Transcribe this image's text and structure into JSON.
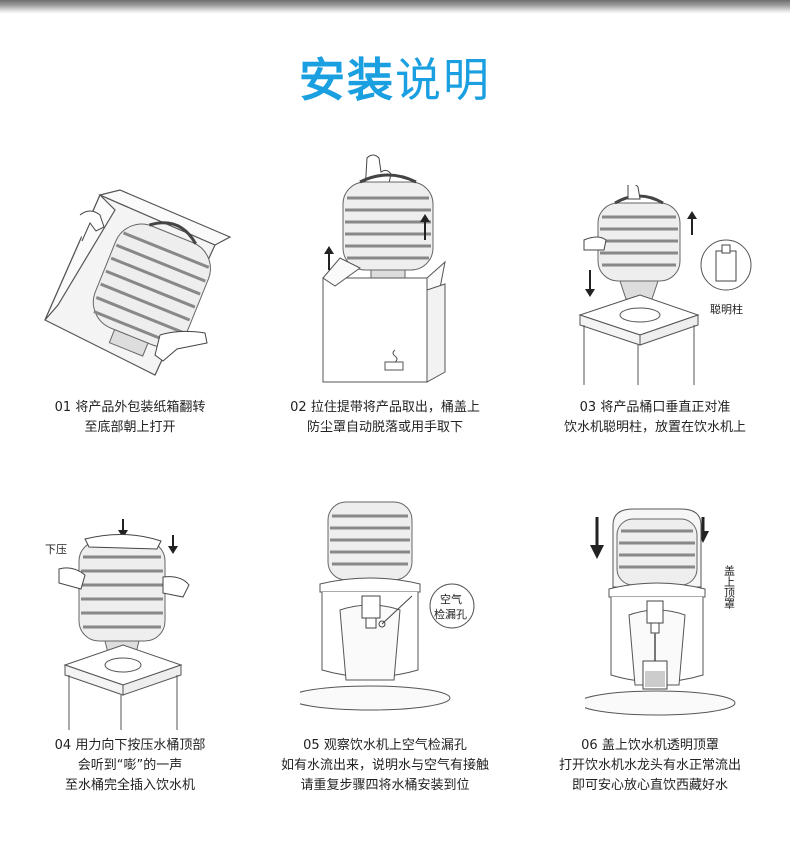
{
  "page": {
    "title_bold": "安装",
    "title_light": "说明"
  },
  "steps": [
    {
      "lines": [
        "01 将产品外包装纸箱翻转",
        "至底部朝上打开"
      ]
    },
    {
      "lines": [
        "02 拉住提带将产品取出，桶盖上",
        "防尘罩自动脱落或用手取下"
      ]
    },
    {
      "lines": [
        "03 将产品桶口垂直正对准",
        "饮水机聪明柱，放置在饮水机上"
      ]
    },
    {
      "lines": [
        "04 用力向下按压水桶顶部",
        "会听到“嘭”的一声",
        "至水桶完全插入饮水机"
      ]
    },
    {
      "lines": [
        "05  观察饮水机上空气检漏孔",
        "如有水流出来，说明水与空气有接触",
        "请重复步骤四将水桶安装到位"
      ]
    },
    {
      "lines": [
        "06 盖上饮水机透明顶罩",
        "打开饮水机水龙头有水正常流出",
        "即可安心放心直饮西藏好水"
      ]
    }
  ],
  "labels": {
    "smart_column": "聪明柱",
    "press_down": "下压",
    "air_hole_1": "空气",
    "air_hole_2": "检漏孔",
    "cover_top": "盖上顶罩"
  }
}
